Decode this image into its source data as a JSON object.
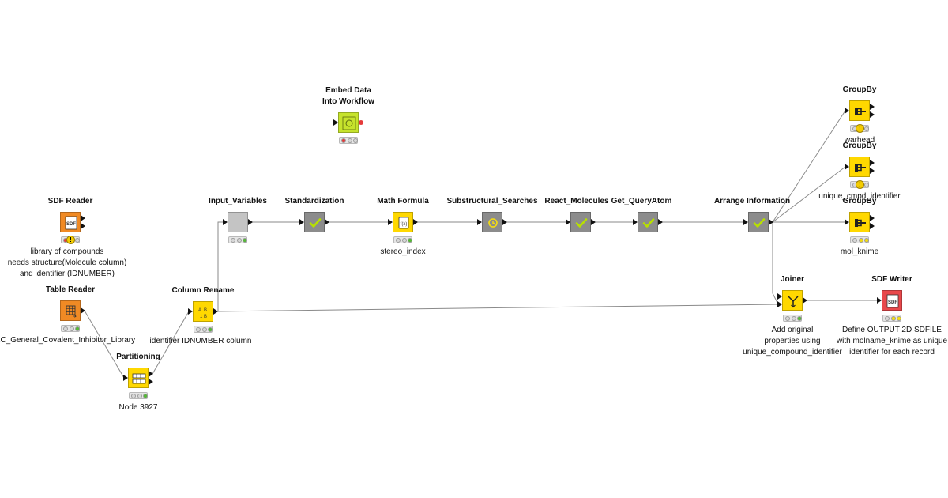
{
  "nodes": [
    {
      "id": "embed",
      "title_lines": [
        "Embed Data",
        "Into Workflow"
      ],
      "label_lines": [],
      "type": "component",
      "lights": [
        "red",
        "off",
        "off"
      ]
    },
    {
      "id": "sdf_reader",
      "title_lines": [
        "SDF Reader"
      ],
      "label_lines": [
        "library of compounds",
        "needs structure(Molecule column)",
        "and identifier (IDNUMBER)"
      ],
      "type": "source",
      "icon": "sdf-file-icon",
      "lights": [
        "red",
        "off"
      ],
      "warning": true
    },
    {
      "id": "table_reader",
      "title_lines": [
        "Table Reader"
      ],
      "label_lines": [
        "LC_General_Covalent_Inhibitor_Library"
      ],
      "type": "source",
      "icon": "table-icon",
      "lights": [
        "off",
        "off",
        "green"
      ]
    },
    {
      "id": "partitioning",
      "title_lines": [
        "Partitioning"
      ],
      "label_lines": [
        "Node 3927"
      ],
      "type": "manipulator",
      "icon": "partition-icon",
      "lights": [
        "off",
        "off",
        "green"
      ]
    },
    {
      "id": "column_rename",
      "title_lines": [
        "Column Rename"
      ],
      "label_lines": [
        "identifier IDNUMBER column"
      ],
      "type": "manipulator",
      "icon": "rename-icon",
      "lights": [
        "off",
        "off",
        "green"
      ]
    },
    {
      "id": "input_variables",
      "title_lines": [
        "Input_Variables"
      ],
      "label_lines": [],
      "type": "metanode",
      "lights": [
        "off",
        "off",
        "green"
      ]
    },
    {
      "id": "standardization",
      "title_lines": [
        "Standardization"
      ],
      "label_lines": [],
      "type": "component-done",
      "lights": []
    },
    {
      "id": "math_formula",
      "title_lines": [
        "Math Formula"
      ],
      "label_lines": [
        "stereo_index"
      ],
      "type": "manipulator",
      "icon": "formula-icon",
      "lights": [
        "off",
        "off",
        "green"
      ]
    },
    {
      "id": "substructural",
      "title_lines": [
        "Substructural_Searches"
      ],
      "label_lines": [],
      "type": "component-running",
      "lights": []
    },
    {
      "id": "react_molecules",
      "title_lines": [
        "React_Molecules"
      ],
      "label_lines": [],
      "type": "component-done",
      "lights": []
    },
    {
      "id": "get_queryatom",
      "title_lines": [
        "Get_QueryAtom"
      ],
      "label_lines": [],
      "type": "component-done",
      "lights": []
    },
    {
      "id": "arrange",
      "title_lines": [
        "Arrange Information"
      ],
      "label_lines": [],
      "type": "component-done",
      "lights": []
    },
    {
      "id": "groupby1",
      "title_lines": [
        "GroupBy"
      ],
      "label_lines": [
        "warhead"
      ],
      "type": "manipulator",
      "icon": "groupby-icon",
      "lights": [
        "off",
        "off"
      ],
      "warning": true
    },
    {
      "id": "groupby2",
      "title_lines": [
        "GroupBy"
      ],
      "label_lines": [
        "unique_cmpd_identifier"
      ],
      "type": "manipulator",
      "icon": "groupby-icon",
      "lights": [
        "off",
        "off"
      ],
      "warning": true
    },
    {
      "id": "groupby3",
      "title_lines": [
        "GroupBy"
      ],
      "label_lines": [
        "mol_knime"
      ],
      "type": "manipulator",
      "icon": "groupby-icon",
      "lights": [
        "off",
        "yellow",
        "yellow"
      ]
    },
    {
      "id": "joiner",
      "title_lines": [
        "Joiner"
      ],
      "label_lines": [
        "Add original",
        "properties using",
        "unique_compound_identifier"
      ],
      "type": "manipulator",
      "icon": "joiner-icon",
      "lights": [
        "off",
        "off",
        "green"
      ]
    },
    {
      "id": "sdf_writer",
      "title_lines": [
        "SDF Writer"
      ],
      "label_lines": [
        "Define OUTPUT 2D SDFILE",
        "with molname_knime as unique",
        "identifier for each record"
      ],
      "type": "sink",
      "icon": "sdf-file-icon",
      "lights": [
        "off",
        "yellow",
        "yellow"
      ]
    }
  ],
  "colors": {
    "source": "#f08a24",
    "manipulator": "#ffd800",
    "sink": "#e8484b",
    "component": "#c6e32c",
    "component_done": "#8c8c8c",
    "metanode": "#c4c4c4",
    "check": "#b7e000",
    "edge": "#8a8a8a",
    "light_red": "#e53b3b",
    "light_green": "#54b936",
    "light_yellow": "#f4dd12",
    "light_off": "#d8d8d8"
  }
}
